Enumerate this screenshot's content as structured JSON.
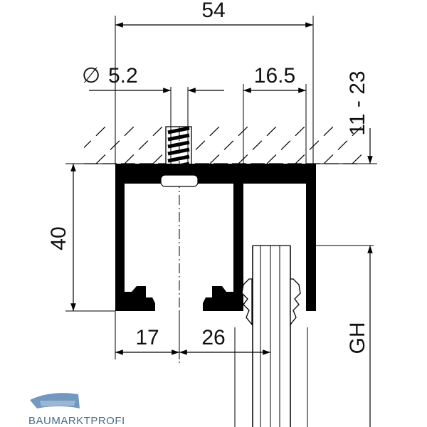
{
  "dimensions": {
    "width_total": "54",
    "hole_diameter_symbol": "∅",
    "hole_diameter": "5.2",
    "inner_channel": "16.5",
    "ceiling_gap": "11 - 23",
    "height": "40",
    "left_offset": "17",
    "center_offset": "26",
    "gh": "GH"
  },
  "logo": {
    "text": "BAUMARKTPROFI"
  },
  "colors": {
    "profile": "#000000",
    "logo_blue": "#5b86b5",
    "logo_text": "#4a6a88"
  }
}
